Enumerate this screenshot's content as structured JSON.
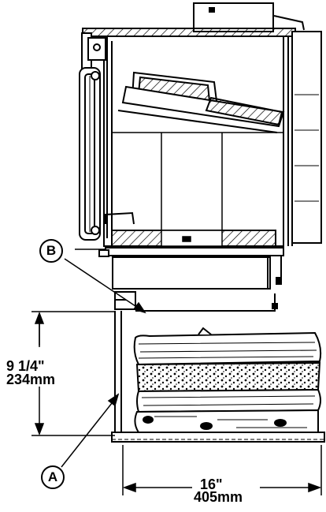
{
  "callouts": {
    "a": "A",
    "b": "B"
  },
  "dimensions": {
    "height_in": "9 1/4\"",
    "height_mm": "234mm",
    "depth_in": "16\"",
    "depth_mm": "405mm"
  },
  "colors": {
    "line": "#000000",
    "background": "#ffffff",
    "hatch": "#000000",
    "log_fill": "#cfcfcf"
  }
}
